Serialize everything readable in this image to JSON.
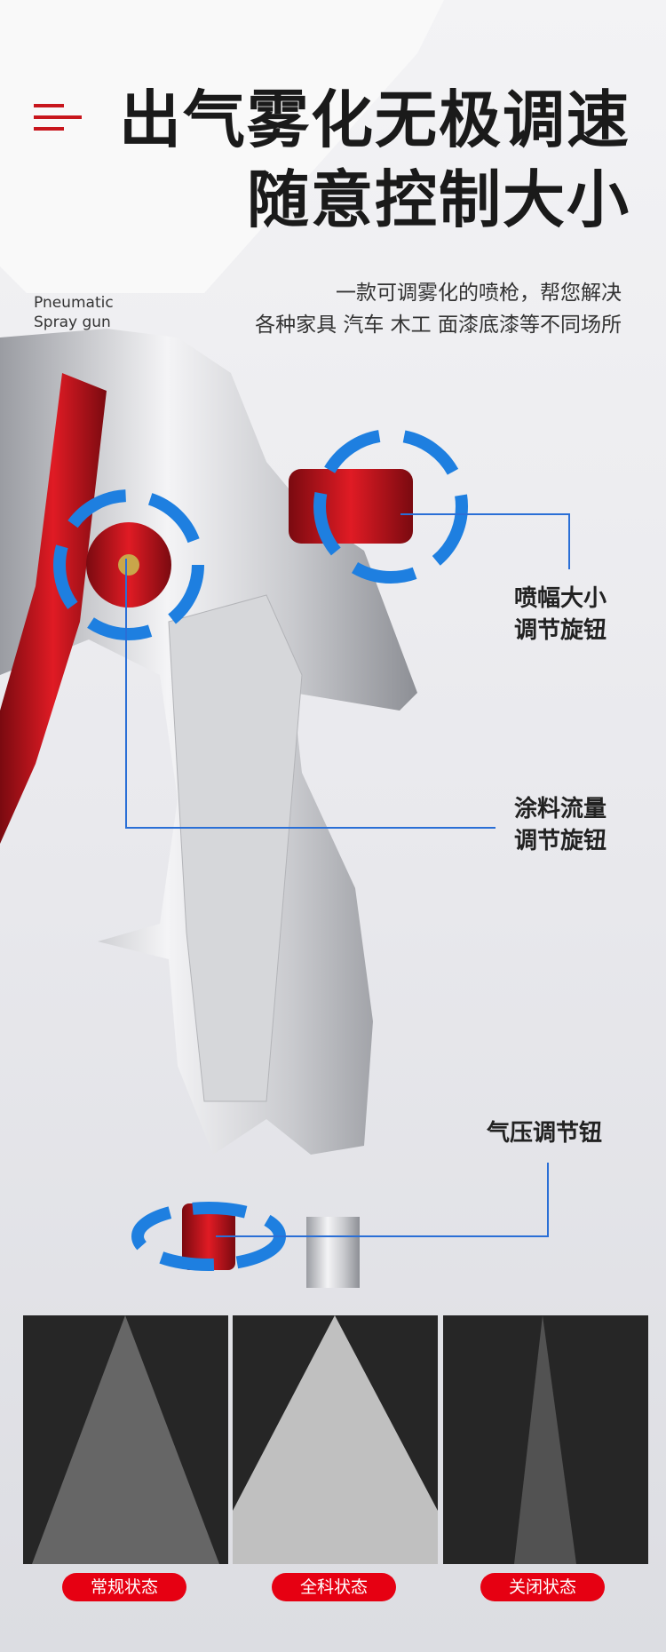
{
  "header": {
    "title_line1": "出气雾化无极调速",
    "title_line2": "随意控制大小",
    "subtitle_line1": "一款可调雾化的喷枪，帮您解决",
    "subtitle_line2": "各种家具 汽车 木工 面漆底漆等不同场所",
    "product_en_line1": "Pneumatic",
    "product_en_line2": "Spray gun"
  },
  "callouts": {
    "spray_width_line1": "喷幅大小",
    "spray_width_line2": "调节旋钮",
    "paint_flow_line1": "涂料流量",
    "paint_flow_line2": "调节旋钮",
    "air_pressure": "气压调节钮"
  },
  "states": [
    {
      "label": "常规状态"
    },
    {
      "label": "全科状态"
    },
    {
      "label": "关闭状态"
    }
  ],
  "colors": {
    "accent_red": "#e60012",
    "arrow_blue": "#1e7fe0",
    "line_blue": "#2a6fd6"
  }
}
